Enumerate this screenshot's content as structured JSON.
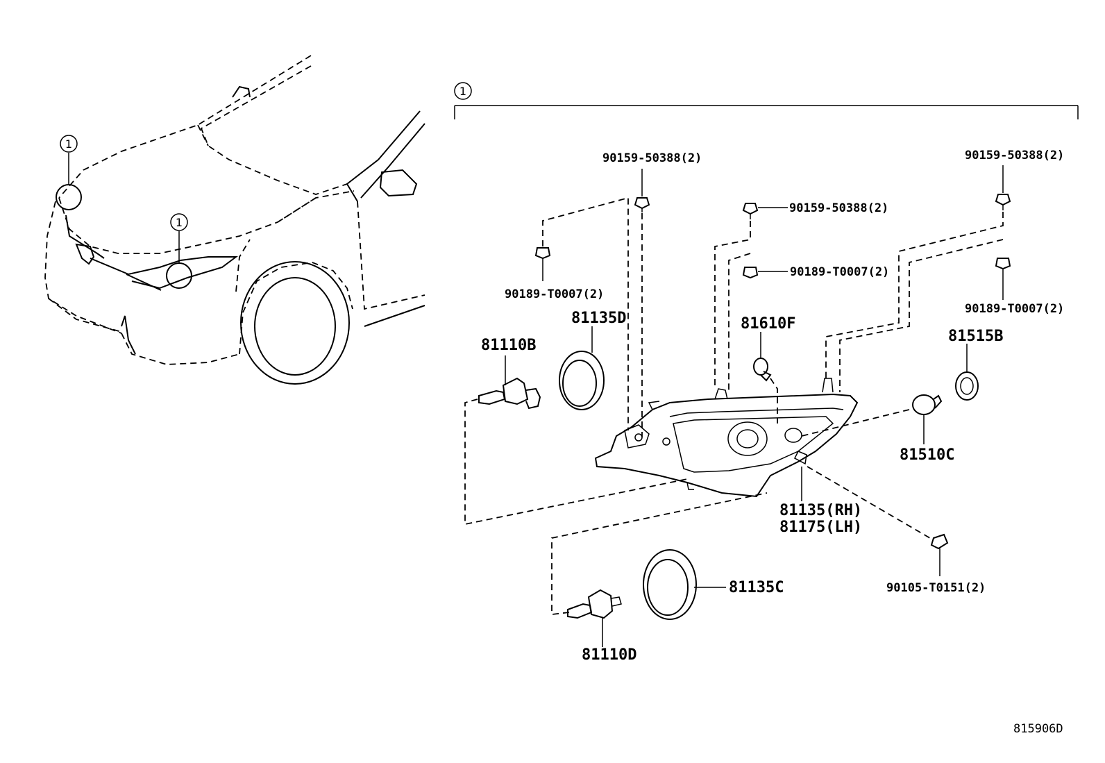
{
  "callout_number": "1",
  "labels": {
    "p90159_tl": "90159-50388(2)",
    "p90159_mid": "90159-50388(2)",
    "p90159_tr": "90159-50388(2)",
    "p90189_left": "90189-T0007(2)",
    "p90189_mid": "90189-T0007(2)",
    "p90189_right": "90189-T0007(2)",
    "p81135D": "81135D",
    "p81110B": "81110B",
    "p81610F": "81610F",
    "p81515B": "81515B",
    "p81510C": "81510C",
    "p81135RH": "81135(RH)",
    "p81175LH": "81175(LH)",
    "p90105": "90105-T0151(2)",
    "p81135C": "81135C",
    "p81110D": "81110D"
  },
  "diagram_id": "815906D"
}
